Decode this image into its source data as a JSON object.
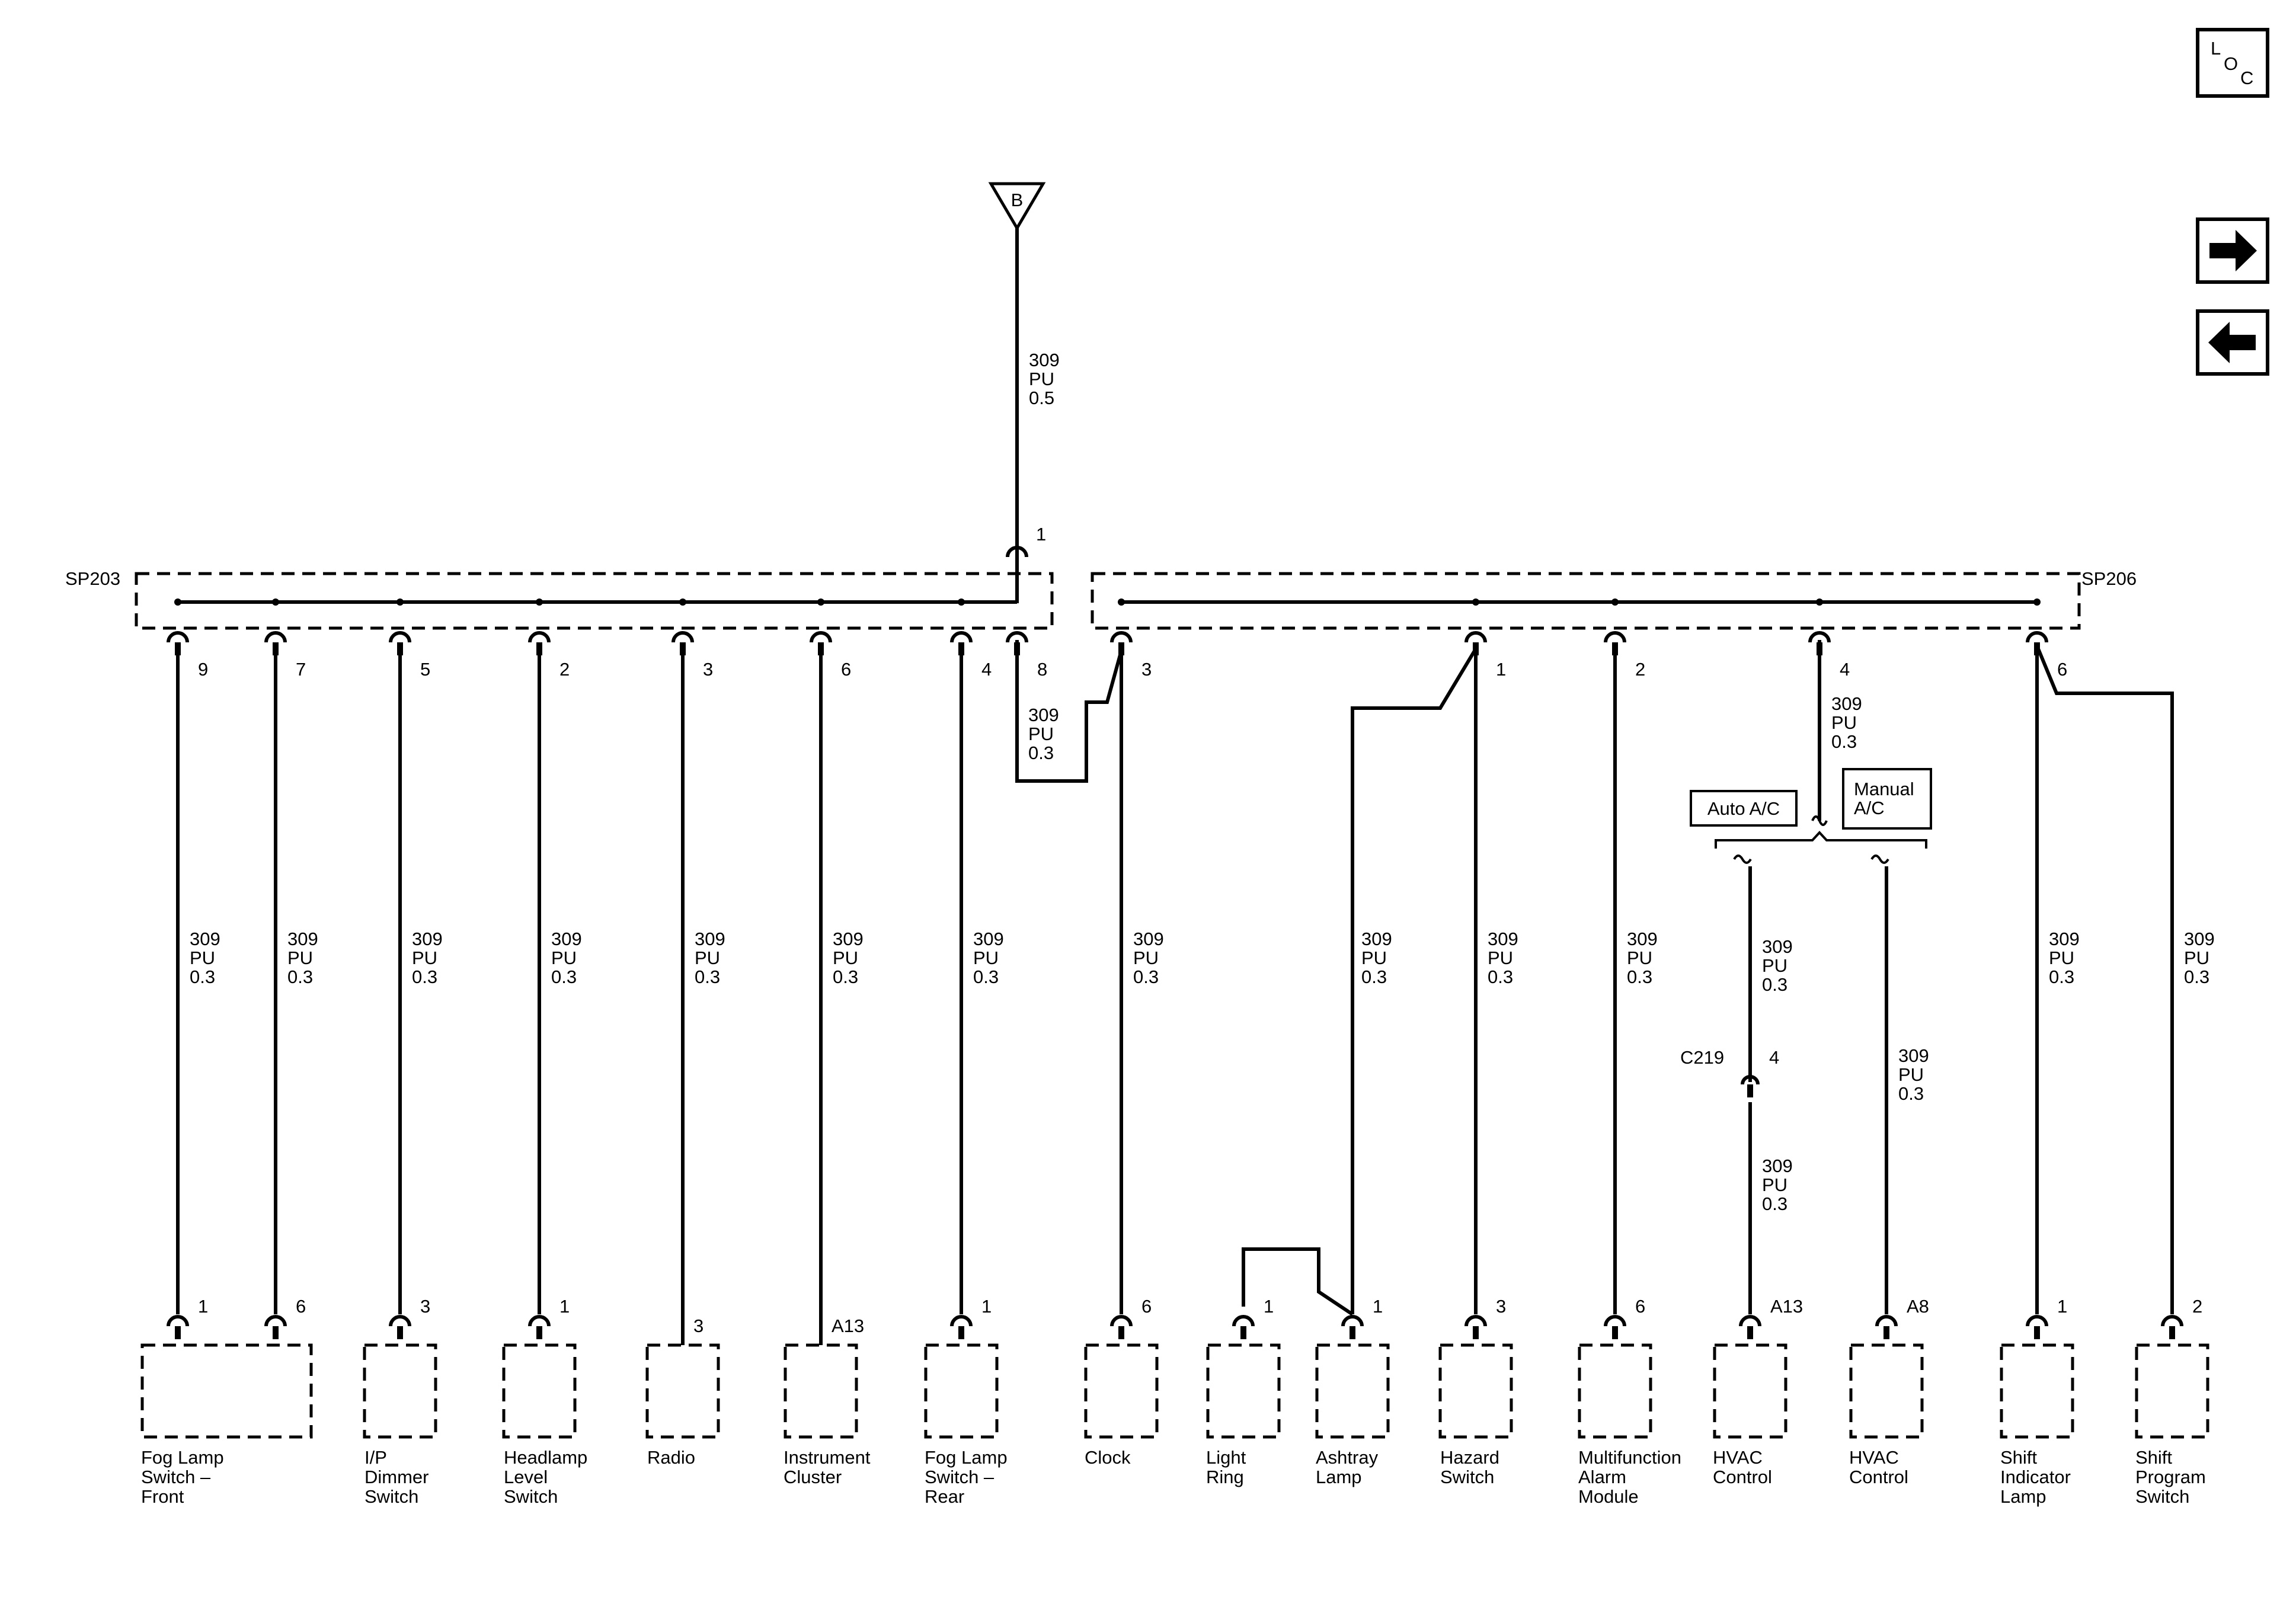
{
  "nav": {
    "loc_letters": [
      "L",
      "O",
      "C"
    ],
    "next_icon": "arrow-right-icon",
    "prev_icon": "arrow-left-icon"
  },
  "source": {
    "symbol": "B",
    "wire": [
      "309",
      "PU",
      "0.5"
    ],
    "pin": "1"
  },
  "splices": {
    "left": "SP203",
    "right": "SP206"
  },
  "left_pins": [
    "9",
    "7",
    "5",
    "2",
    "3",
    "6",
    "4",
    "8"
  ],
  "right_pins": [
    "3",
    "1",
    "2",
    "4",
    "6"
  ],
  "jumper_wire": [
    "309",
    "PU",
    "0.3"
  ],
  "sp206_pin4_wire": [
    "309",
    "PU",
    "0.3"
  ],
  "branch_wires": [
    "309",
    "PU",
    "0.3"
  ],
  "options": {
    "auto": "Auto A/C",
    "manual_line1": "Manual",
    "manual_line2": "A/C"
  },
  "c219": {
    "name": "C219",
    "pin": "4"
  },
  "component_pins": [
    "1",
    "6",
    "3",
    "1",
    "3",
    "A13",
    "1",
    "6",
    "1",
    "1",
    "3",
    "6",
    "A13",
    "A8",
    "1",
    "2"
  ],
  "components": [
    [
      "Fog Lamp",
      "Switch –",
      "Front"
    ],
    [
      "I/P",
      "Dimmer",
      "Switch"
    ],
    [
      "Headlamp",
      "Level",
      "Switch"
    ],
    [
      "Radio"
    ],
    [
      "Instrument",
      "Cluster"
    ],
    [
      "Fog Lamp",
      "Switch –",
      "Rear"
    ],
    [
      "Clock"
    ],
    [
      "Light",
      "Ring"
    ],
    [
      "Ashtray",
      "Lamp"
    ],
    [
      "Hazard",
      "Switch"
    ],
    [
      "Multifunction",
      "Alarm",
      "Module"
    ],
    [
      "HVAC",
      "Control"
    ],
    [
      "HVAC",
      "Control"
    ],
    [
      "Shift",
      "Indicator",
      "Lamp"
    ],
    [
      "Shift",
      "Program",
      "Switch"
    ]
  ]
}
